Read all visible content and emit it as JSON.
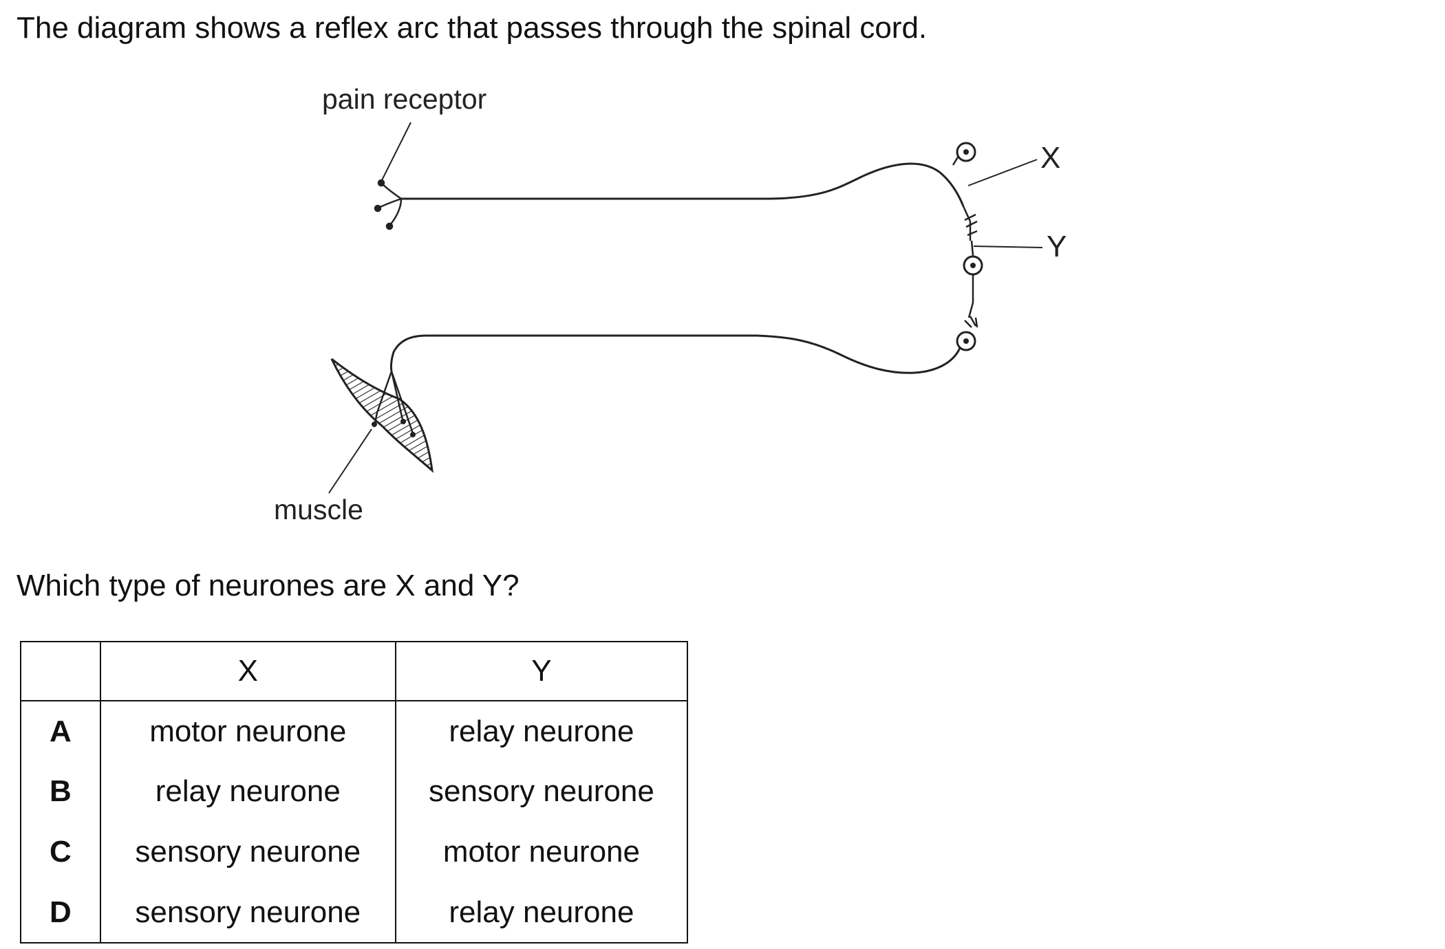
{
  "intro": "The diagram shows a reflex arc that passes through the spinal cord.",
  "diagram": {
    "labels": {
      "pain_receptor": "pain receptor",
      "muscle": "muscle",
      "x": "X",
      "y": "Y"
    }
  },
  "question": "Which type of neurones are X and Y?",
  "table": {
    "headers": [
      "",
      "X",
      "Y"
    ],
    "rows": [
      {
        "key": "A",
        "x": "motor neurone",
        "y": "relay neurone"
      },
      {
        "key": "B",
        "x": "relay neurone",
        "y": "sensory neurone"
      },
      {
        "key": "C",
        "x": "sensory neurone",
        "y": "motor neurone"
      },
      {
        "key": "D",
        "x": "sensory neurone",
        "y": "relay neurone"
      }
    ]
  }
}
